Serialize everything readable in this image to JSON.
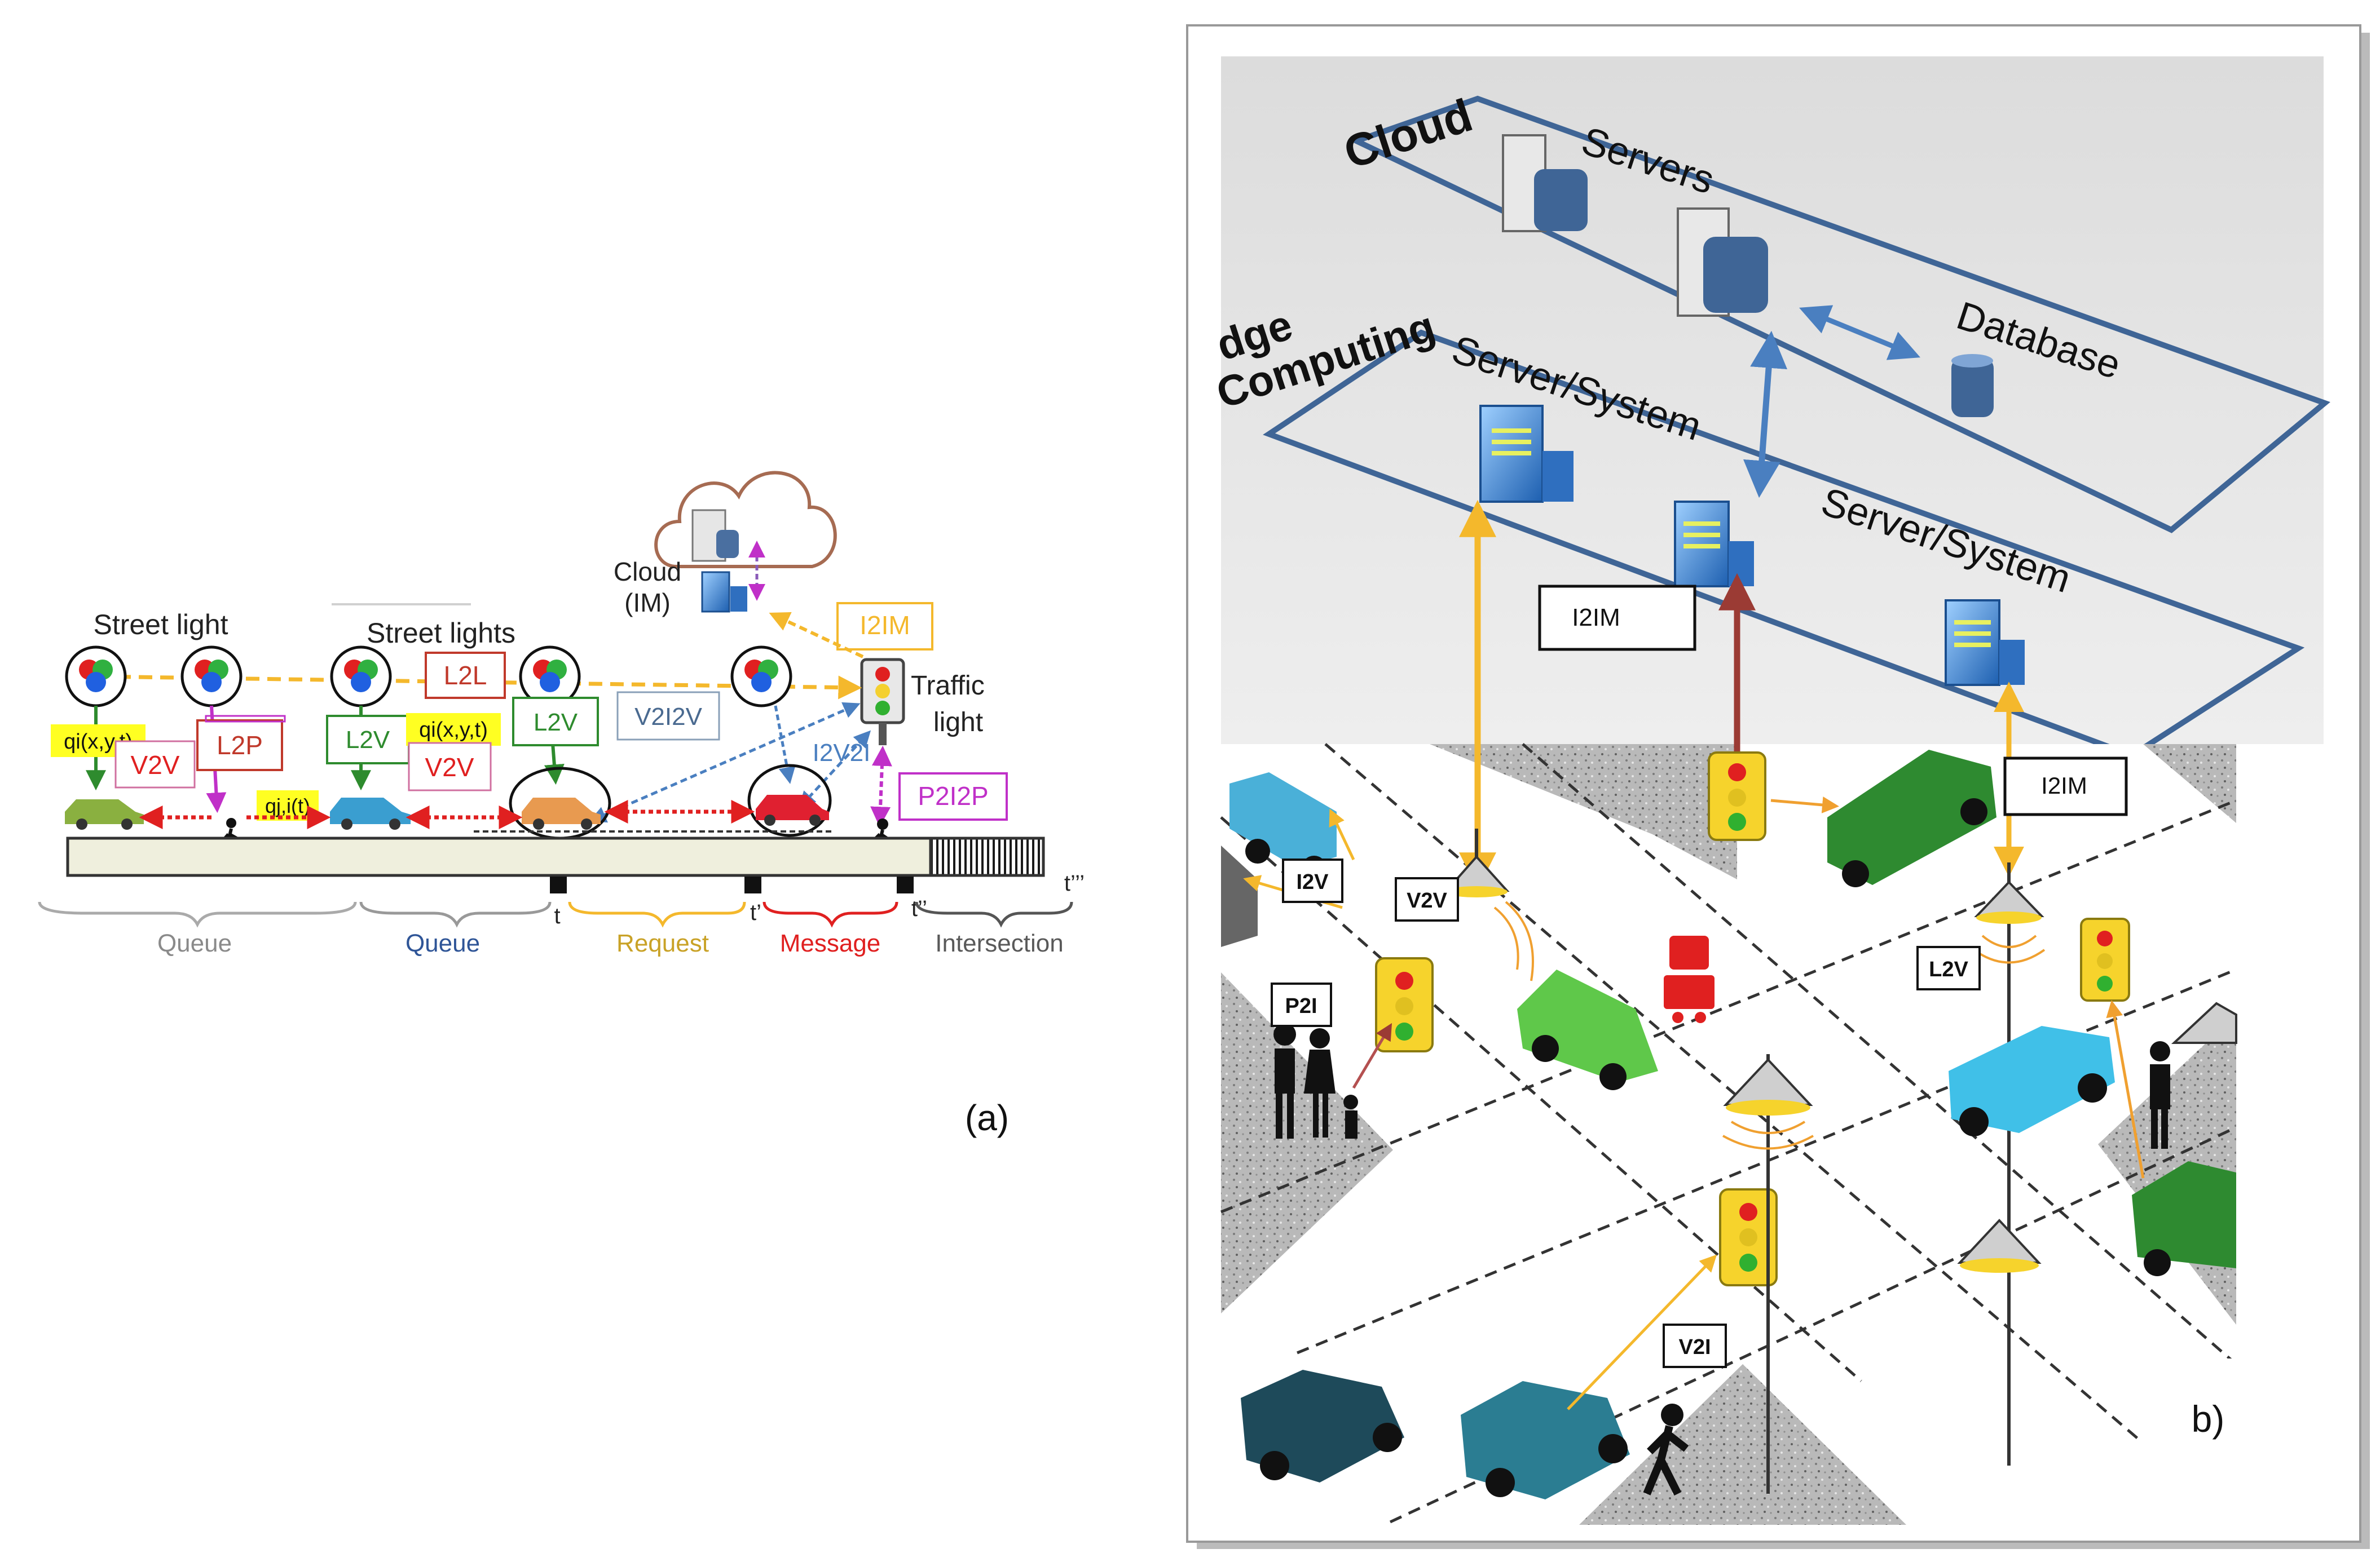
{
  "panel_a": {
    "street_light": "Street light",
    "street_lights": "Street lights",
    "cloud_line1": "Cloud",
    "cloud_line2": "(IM)",
    "traffic_line1": "Traffic",
    "traffic_line2": "light",
    "tags": {
      "i2im": "I2IM",
      "l2l": "L2L",
      "l2v_a": "L2V",
      "l2v_b": "L2V",
      "l2p": "L2P",
      "v2v_a": "V2V",
      "v2v_b": "V2V",
      "v2i2v": "V2I2V",
      "i2v2i": "I2V2I",
      "p2i2p": "P2I2P",
      "q_a": "qi(x,y,t)",
      "q_b": "qi(x,y,t)",
      "q_c": "qj,i(t)"
    },
    "time_marks": [
      "t",
      "t’",
      "t’’",
      "t’’’"
    ],
    "segments": [
      "Queue",
      "Queue",
      "Request",
      "Message",
      "Intersection"
    ],
    "caption": "(a)",
    "colors": {
      "queue1": "#8a8a8a",
      "queue2": "#2f5597",
      "request": "#c9a227",
      "message": "#e02020",
      "intersection": "#595959"
    }
  },
  "panel_b": {
    "cloud": "Cloud",
    "servers": "Servers",
    "database": "Database",
    "edge_line1": "dge",
    "edge_line2": "Computing",
    "server_system_1": "Server/System",
    "server_system_2": "Server/System",
    "i2im_1": "I2IM",
    "i2im_2": "I2IM",
    "i2v": "I2V",
    "v2v": "V2V",
    "p2i": "P2I",
    "l2v": "L2V",
    "v2i": "V2I",
    "caption": "b)"
  }
}
